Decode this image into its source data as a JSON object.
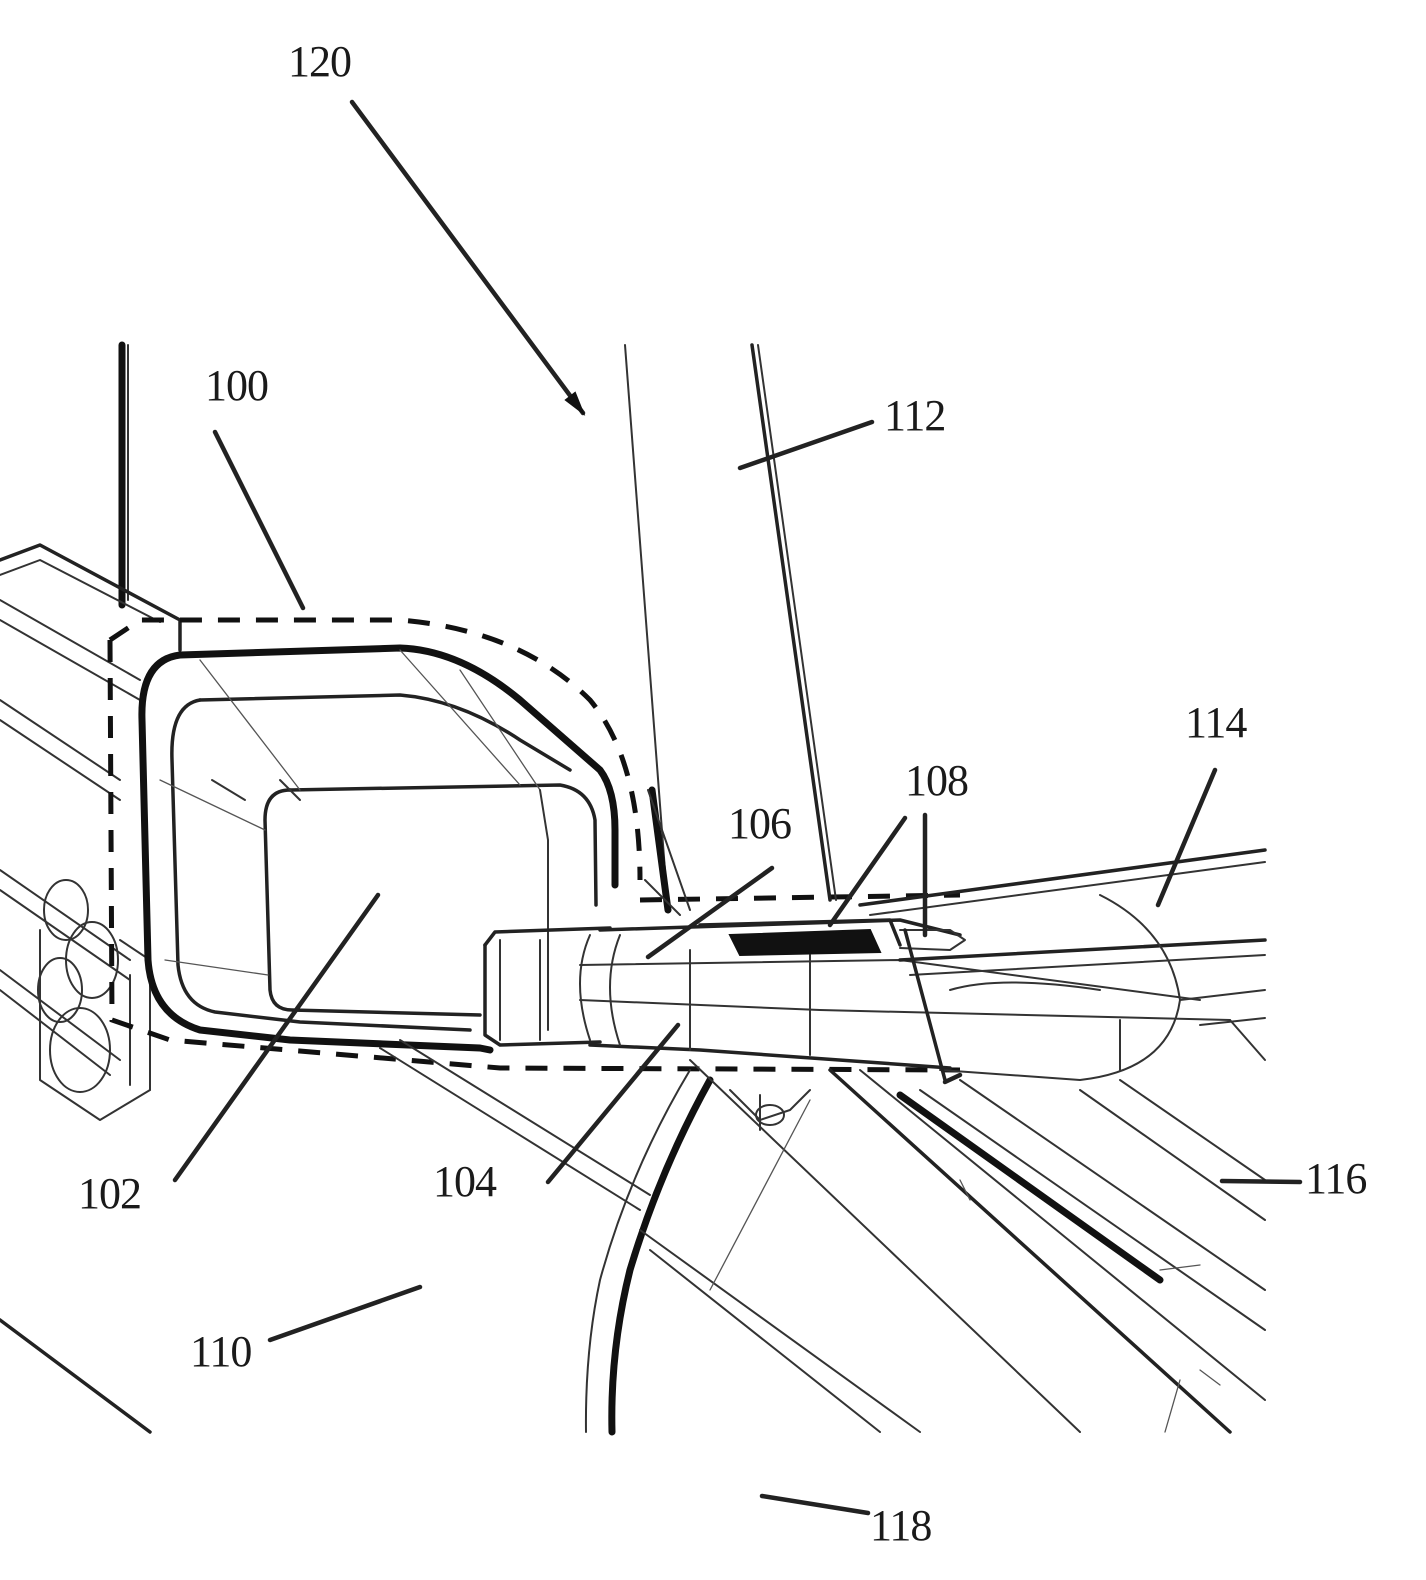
{
  "figure": {
    "labels": {
      "l100": "100",
      "l102": "102",
      "l104": "104",
      "l106": "106",
      "l108": "108",
      "l110": "110",
      "l112": "112",
      "l114": "114",
      "l116": "116",
      "l118": "118",
      "l120": "120"
    }
  }
}
